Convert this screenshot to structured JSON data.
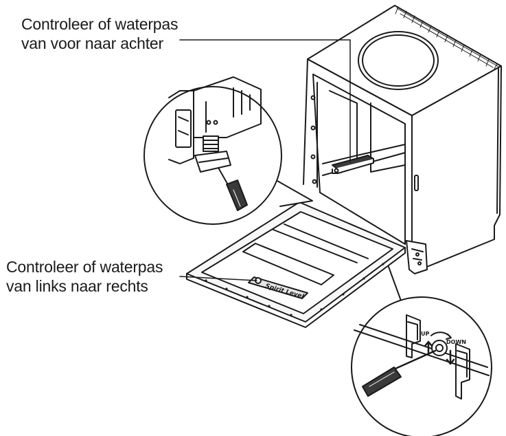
{
  "callouts": {
    "front_to_back": {
      "line1": "Controleer of waterpas",
      "line2": "van voor naar achter"
    },
    "left_to_right": {
      "line1": "Controleer of waterpas",
      "line2": "van links naar rechts"
    }
  },
  "spirit_level_label": "Spirit Level",
  "dial": {
    "up": "UP",
    "down": "DOWN"
  },
  "colors": {
    "line": "#1a1a1a",
    "tool_fill": "#3a3a3a",
    "panel_fill": "#f7f7f7"
  }
}
